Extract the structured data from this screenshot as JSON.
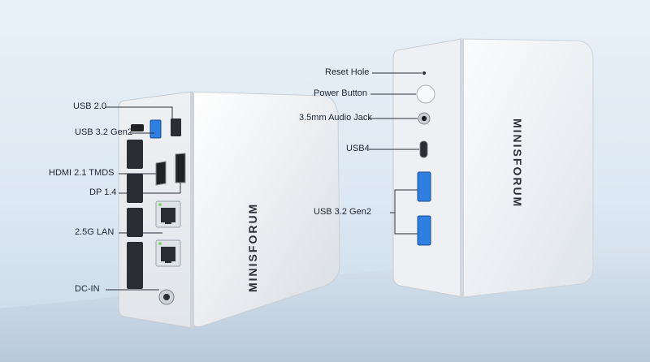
{
  "brand": "MINISFORUM",
  "left_device_labels": {
    "usb20": "USB 2.0",
    "usb32": "USB 3.2 Gen2",
    "hdmi": "HDMI 2.1 TMDS",
    "dp": "DP 1.4",
    "lan": "2.5G LAN",
    "dcin": "DC-IN"
  },
  "right_device_labels": {
    "reset": "Reset Hole",
    "power": "Power Button",
    "audio": "3.5mm Audio Jack",
    "usb4": "USB4",
    "usb32": "USB 3.2 Gen2"
  },
  "colors": {
    "usb3_blue": "#2f7fe0",
    "body_silver": "#e7ebf0",
    "panel": "#f1f3f6"
  }
}
